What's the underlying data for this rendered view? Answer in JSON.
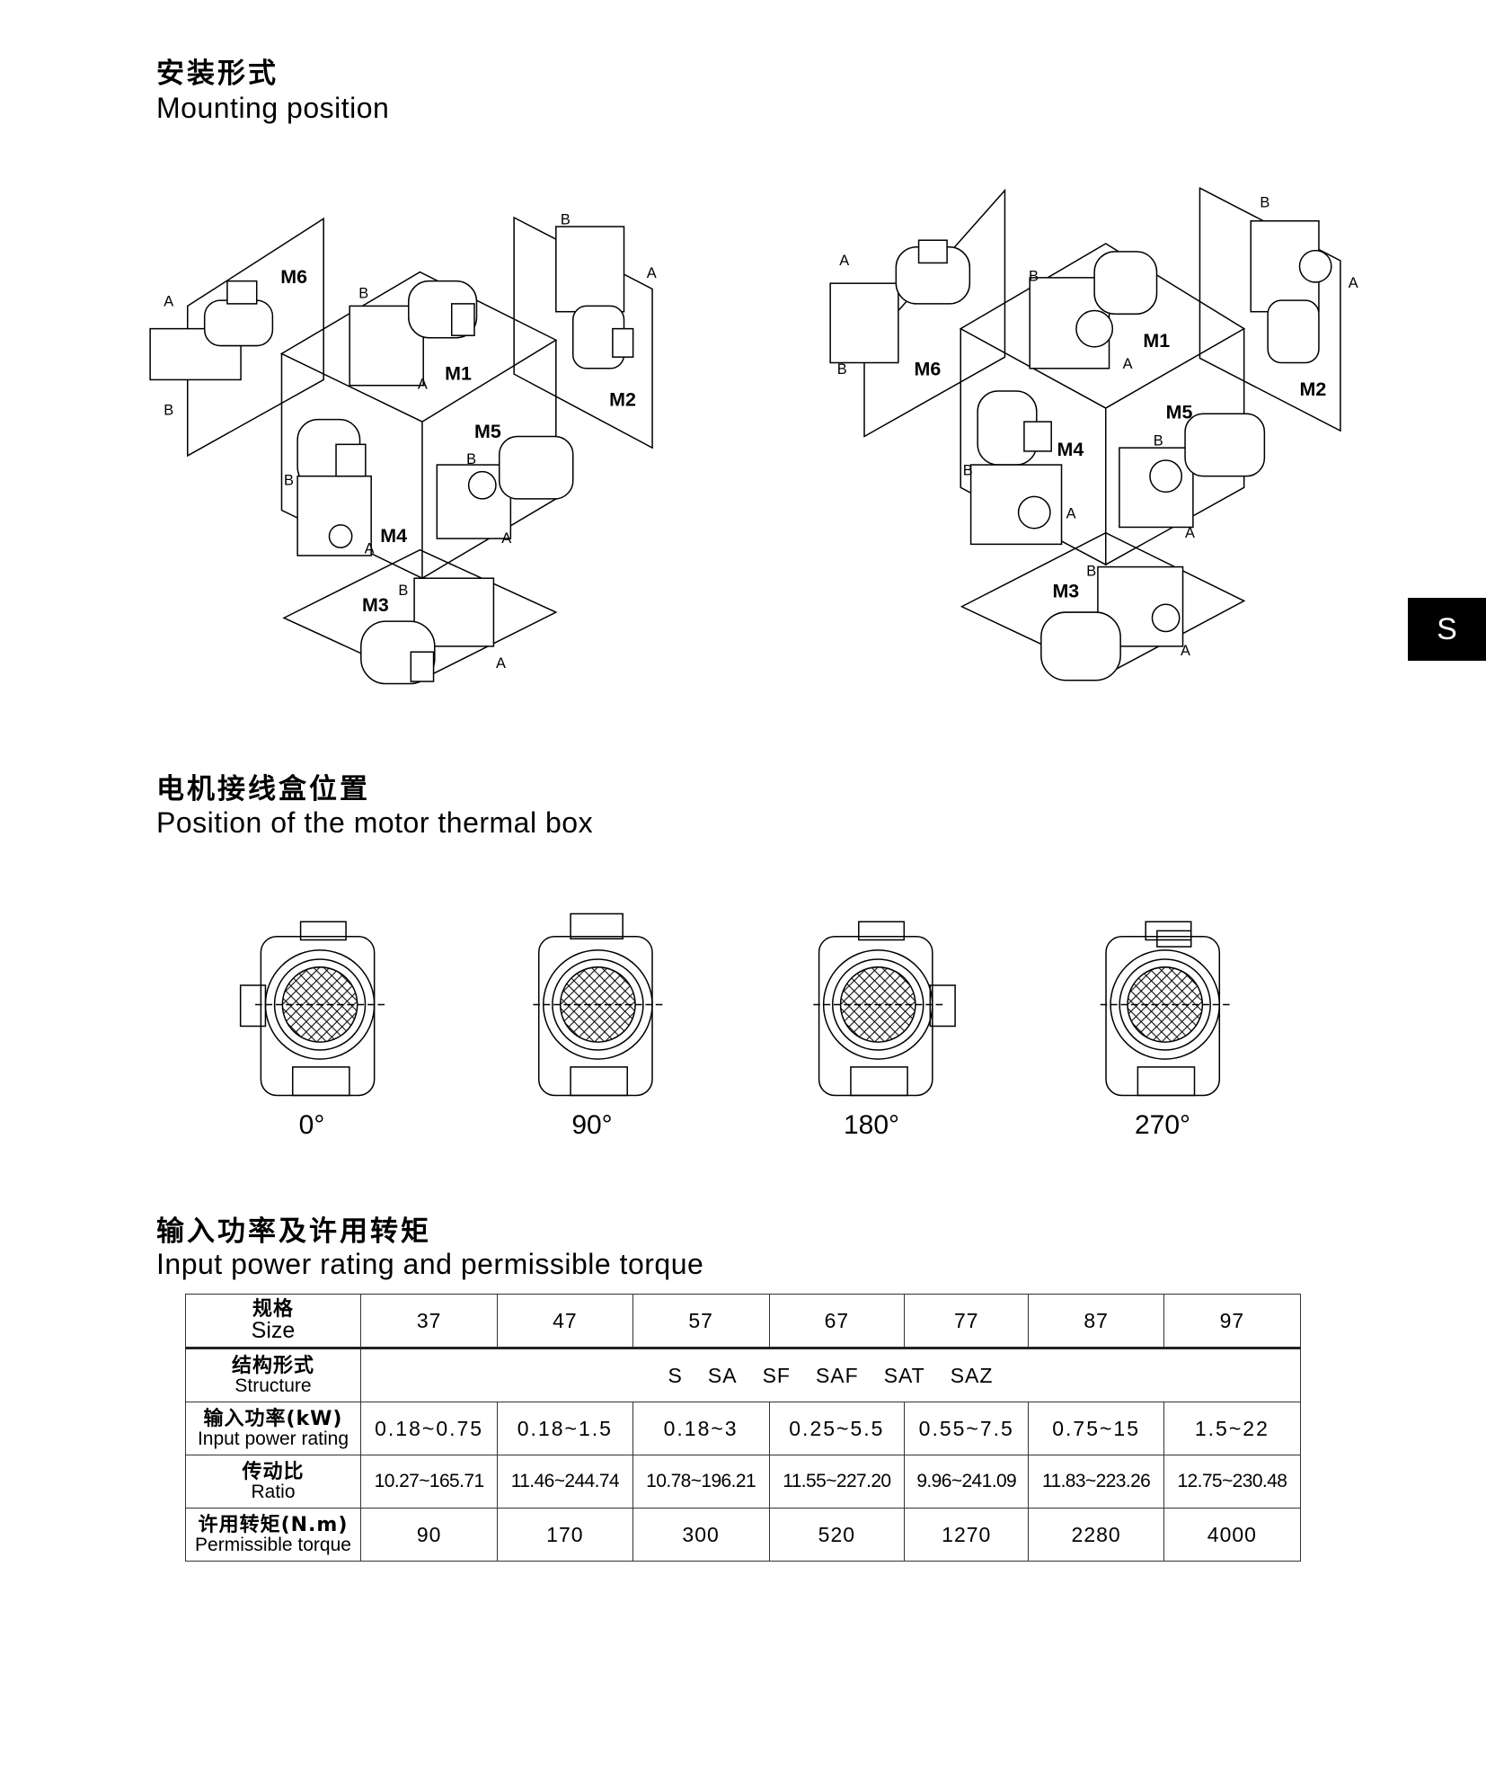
{
  "section1": {
    "title_zh": "安装形式",
    "title_en": "Mounting position"
  },
  "side_tab": "S",
  "mounting": {
    "labels": {
      "m1": "M1",
      "m2": "M2",
      "m3": "M3",
      "m4": "M4",
      "m5": "M5",
      "m6": "M6",
      "a": "A",
      "b": "B"
    }
  },
  "section2": {
    "title_zh": "电机接线盒位置",
    "title_en": "Position of the motor thermal box",
    "angles": [
      "0°",
      "90°",
      "180°",
      "270°"
    ]
  },
  "section3": {
    "title_zh": "输入功率及许用转矩",
    "title_en": "Input power rating and permissible torque"
  },
  "table": {
    "rows": [
      {
        "zh": "规格",
        "en": "Size",
        "values": [
          "37",
          "47",
          "57",
          "67",
          "77",
          "87",
          "97"
        ]
      },
      {
        "zh": "结构形式",
        "en": "Structure",
        "values": [
          "S",
          "SA",
          "SF",
          "SAF",
          "SAT",
          "SAZ"
        ]
      },
      {
        "zh": "输入功率(kW)",
        "en": "Input power rating",
        "values": [
          "0.18~0.75",
          "0.18~1.5",
          "0.18~3",
          "0.25~5.5",
          "0.55~7.5",
          "0.75~15",
          "1.5~22"
        ]
      },
      {
        "zh": "传动比",
        "en": "Ratio",
        "values": [
          "10.27~165.71",
          "11.46~244.74",
          "10.78~196.21",
          "11.55~227.20",
          "9.96~241.09",
          "11.83~223.26",
          "12.75~230.48"
        ]
      },
      {
        "zh": "许用转矩(N.m)",
        "en": "Permissible torque",
        "values": [
          "90",
          "170",
          "300",
          "520",
          "1270",
          "2280",
          "4000"
        ]
      }
    ]
  }
}
